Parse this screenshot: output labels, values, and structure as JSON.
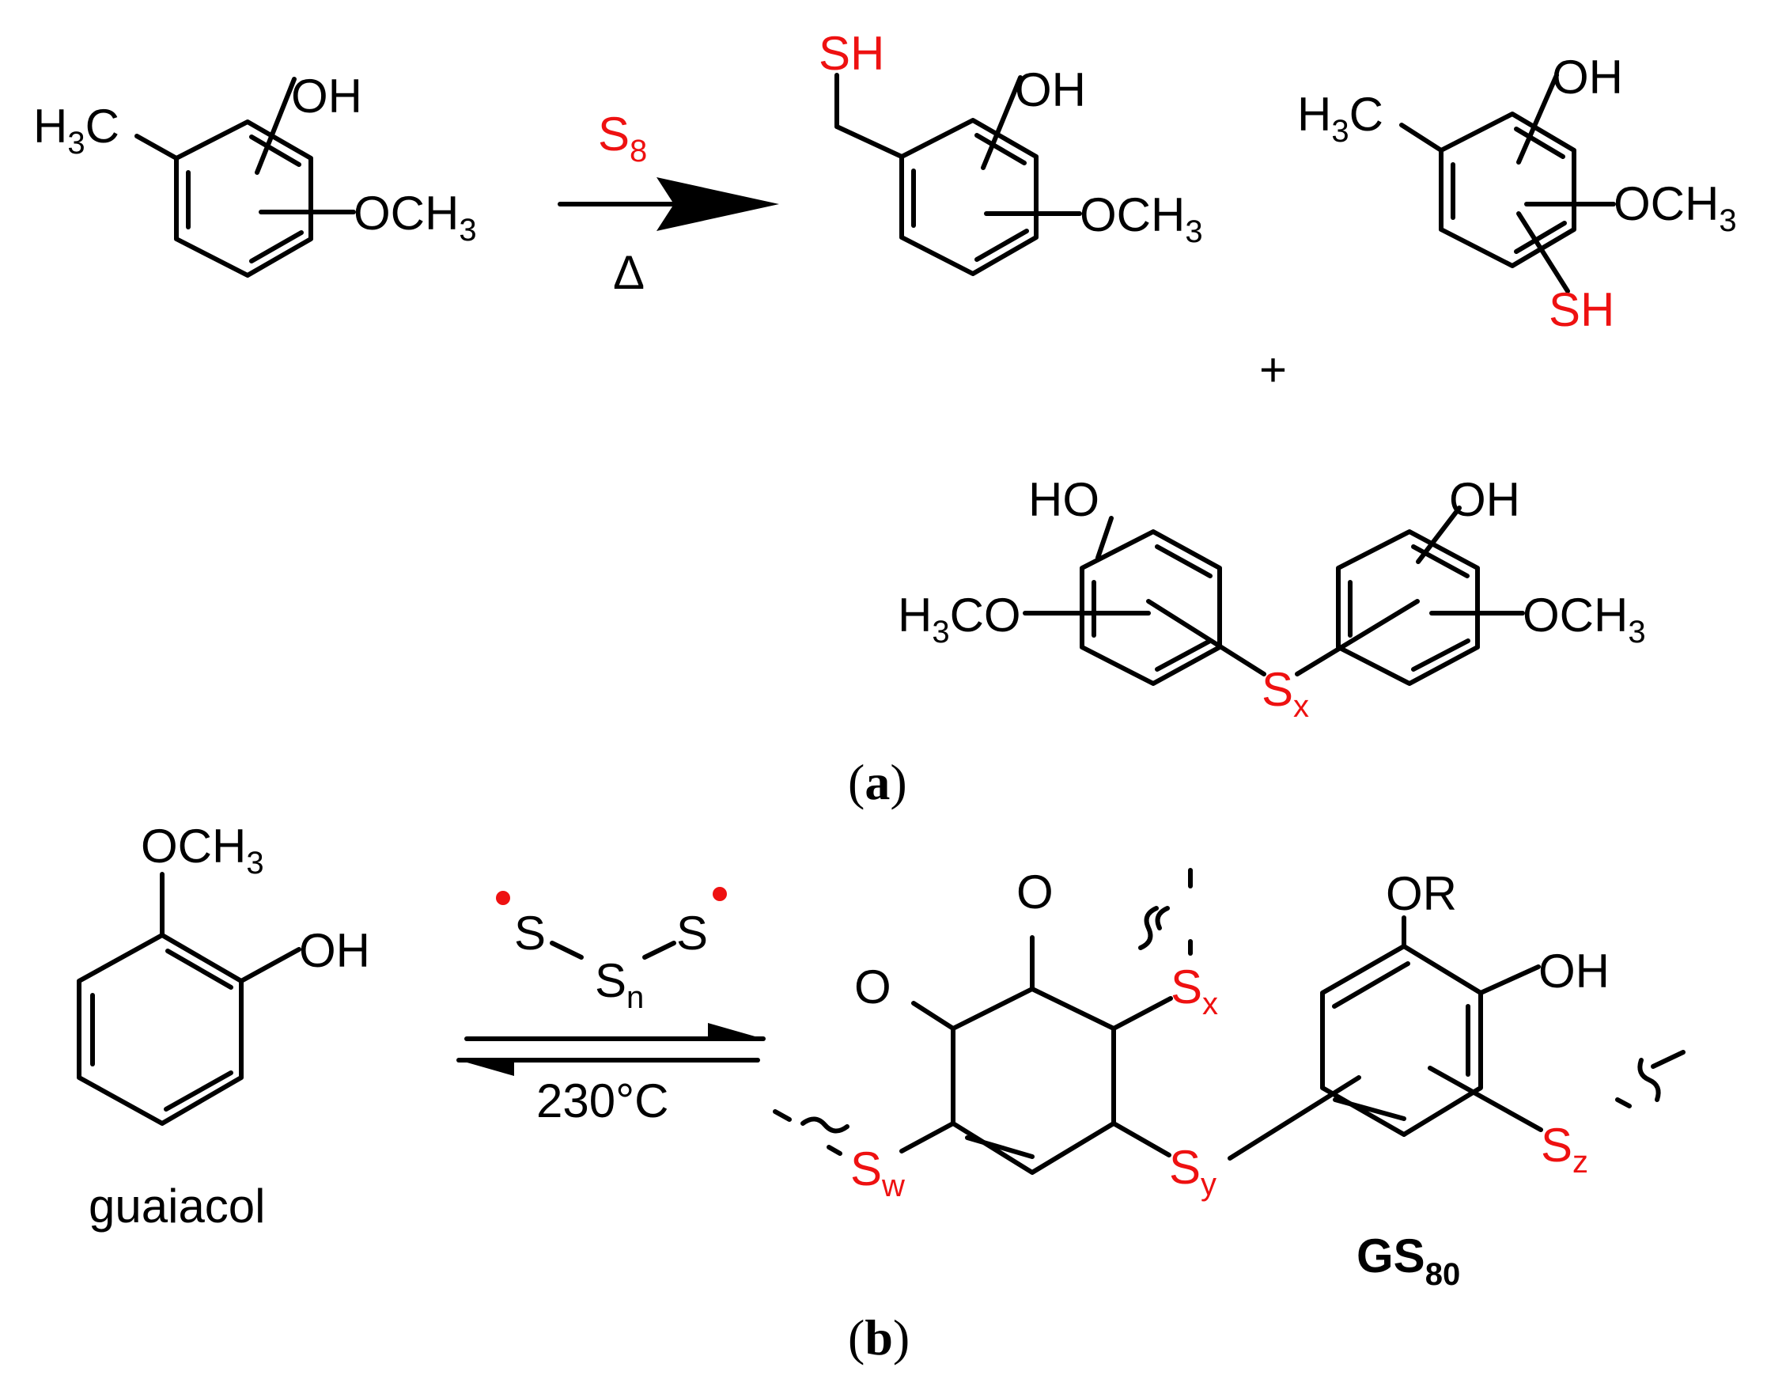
{
  "colors": {
    "ink": "#000000",
    "sulfur": "#ee1111"
  },
  "scheme_a": {
    "reactant": {
      "methyl": "H",
      "methyl_sub": "3",
      "methyl_c": "C",
      "hydroxy": "OH",
      "methoxy": "OCH",
      "methoxy_sub": "3"
    },
    "reagent": "S",
    "reagent_sub": "8",
    "condition": "Δ",
    "product1": {
      "thiol": "SH",
      "hydroxy": "OH",
      "methoxy": "OCH",
      "methoxy_sub": "3"
    },
    "product2": {
      "methyl": "H",
      "methyl_sub": "3",
      "methyl_c": "C",
      "hydroxy": "OH",
      "methoxy": "OCH",
      "methoxy_sub": "3",
      "thiol": "SH"
    },
    "plus": "+",
    "product3": {
      "hydroxy_left": "HO",
      "hydroxy_right": "OH",
      "methoxy_left_h": "H",
      "methoxy_left_sub": "3",
      "methoxy_left_rest": "CO",
      "methoxy_right": "OCH",
      "methoxy_right_sub": "3",
      "bridge": "S",
      "bridge_sub": "x"
    },
    "caption_open": "(",
    "caption_letter": "a",
    "caption_close": ")"
  },
  "scheme_b": {
    "reactant": {
      "methoxy": "OCH",
      "methoxy_sub": "3",
      "hydroxy": "OH",
      "name": "guaiacol"
    },
    "radical": {
      "s_left": "S",
      "s_right": "S",
      "s_mid": "S",
      "s_mid_sub": "n"
    },
    "condition": "230°C",
    "product": {
      "ketone1": "O",
      "ketone2": "O",
      "alkoxy": "OR",
      "hydroxy": "OH",
      "sx": "S",
      "sx_sub": "x",
      "sw": "S",
      "sw_sub": "w",
      "sy": "S",
      "sy_sub": "y",
      "sz": "S",
      "sz_sub": "z",
      "name": "GS",
      "name_sub": "80"
    },
    "caption_open": "(",
    "caption_letter": "b",
    "caption_close": ")"
  }
}
